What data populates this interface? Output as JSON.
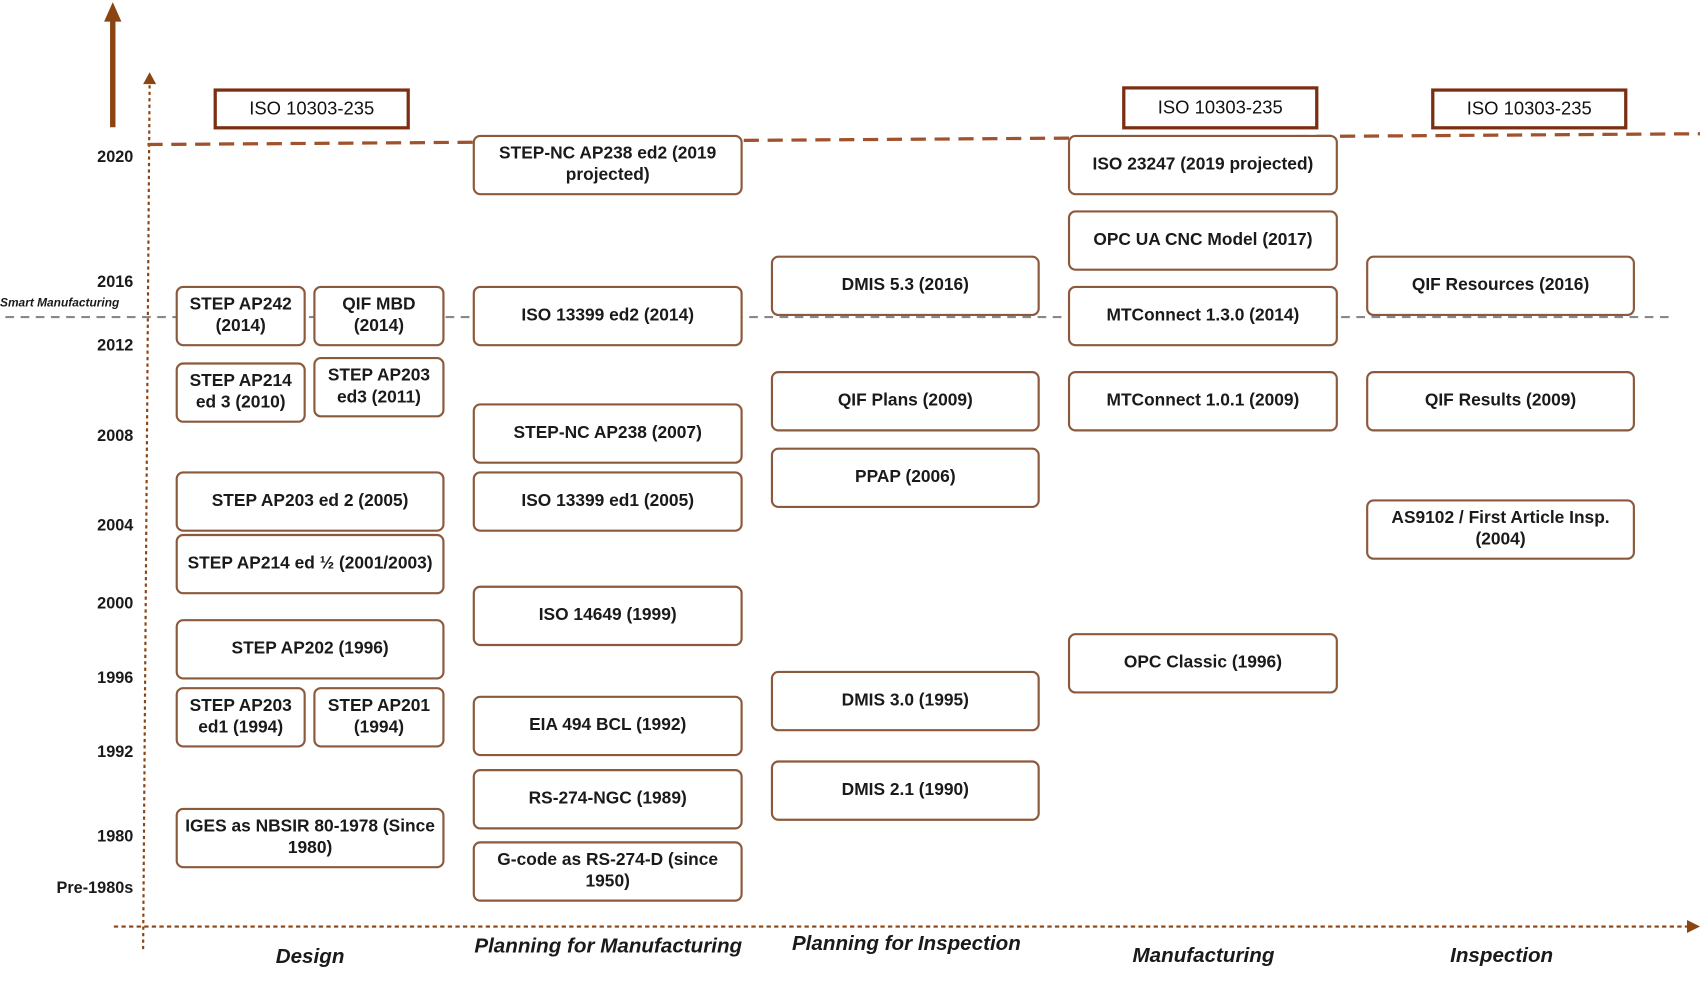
{
  "iso_labels": {
    "design": "ISO 10303-235",
    "manufacturing": "ISO 10303-235",
    "inspection": "ISO 10303-235"
  },
  "years": [
    "2020",
    "2016",
    "2012",
    "2008",
    "2004",
    "2000",
    "1996",
    "1992",
    "1980",
    "Pre-1980s"
  ],
  "smart_manufacturing_label": "Smart Manufacturing",
  "categories": {
    "design": "Design",
    "planning_manufacturing": "Planning for Manufacturing",
    "planning_inspection": "Planning for Inspection",
    "manufacturing": "Manufacturing",
    "inspection": "Inspection"
  },
  "design": {
    "ap242": "STEP AP242 (2014)",
    "qif_mbd": "QIF MBD (2014)",
    "ap214_ed3": "STEP AP214 ed 3 (2010)",
    "ap203_ed3": "STEP AP203 ed3 (2011)",
    "ap203_ed2": "STEP AP203 ed 2 (2005)",
    "ap214_ed12": "STEP AP214 ed ½ (2001/2003)",
    "ap202": "STEP AP202 (1996)",
    "ap203_ed1": "STEP AP203 ed1 (1994)",
    "ap201": "STEP AP201 (1994)",
    "iges": "IGES as NBSIR 80-1978 (Since 1980)"
  },
  "planning_manufacturing": {
    "ap238_ed2": "STEP-NC AP238 ed2 (2019 projected)",
    "iso13399_ed2": "ISO 13399 ed2 (2014)",
    "ap238": "STEP-NC AP238 (2007)",
    "iso13399_ed1": "ISO 13399 ed1 (2005)",
    "iso14649": "ISO 14649 (1999)",
    "eia494": "EIA 494 BCL (1992)",
    "rs274ngc": "RS-274-NGC (1989)",
    "gcode": "G-code as RS-274-D (since 1950)"
  },
  "planning_inspection": {
    "dmis53": "DMIS 5.3 (2016)",
    "qif_plans": "QIF Plans (2009)",
    "ppap": "PPAP (2006)",
    "dmis30": "DMIS 3.0 (1995)",
    "dmis21": "DMIS 2.1 (1990)"
  },
  "manufacturing": {
    "iso23247": "ISO 23247 (2019 projected)",
    "opcua": "OPC UA CNC Model (2017)",
    "mtconnect130": "MTConnect 1.3.0 (2014)",
    "mtconnect101": "MTConnect 1.0.1 (2009)",
    "opc_classic": "OPC Classic (1996)"
  },
  "inspection": {
    "qif_resources": "QIF Resources (2016)",
    "qif_results": "QIF Results (2009)",
    "as9102": "AS9102 / First Article Insp. (2004)"
  },
  "colors": {
    "box_border": "#8b5a3c",
    "iso_border": "#7a2e12",
    "axis": "#8b4513",
    "smart_line": "#888888"
  }
}
